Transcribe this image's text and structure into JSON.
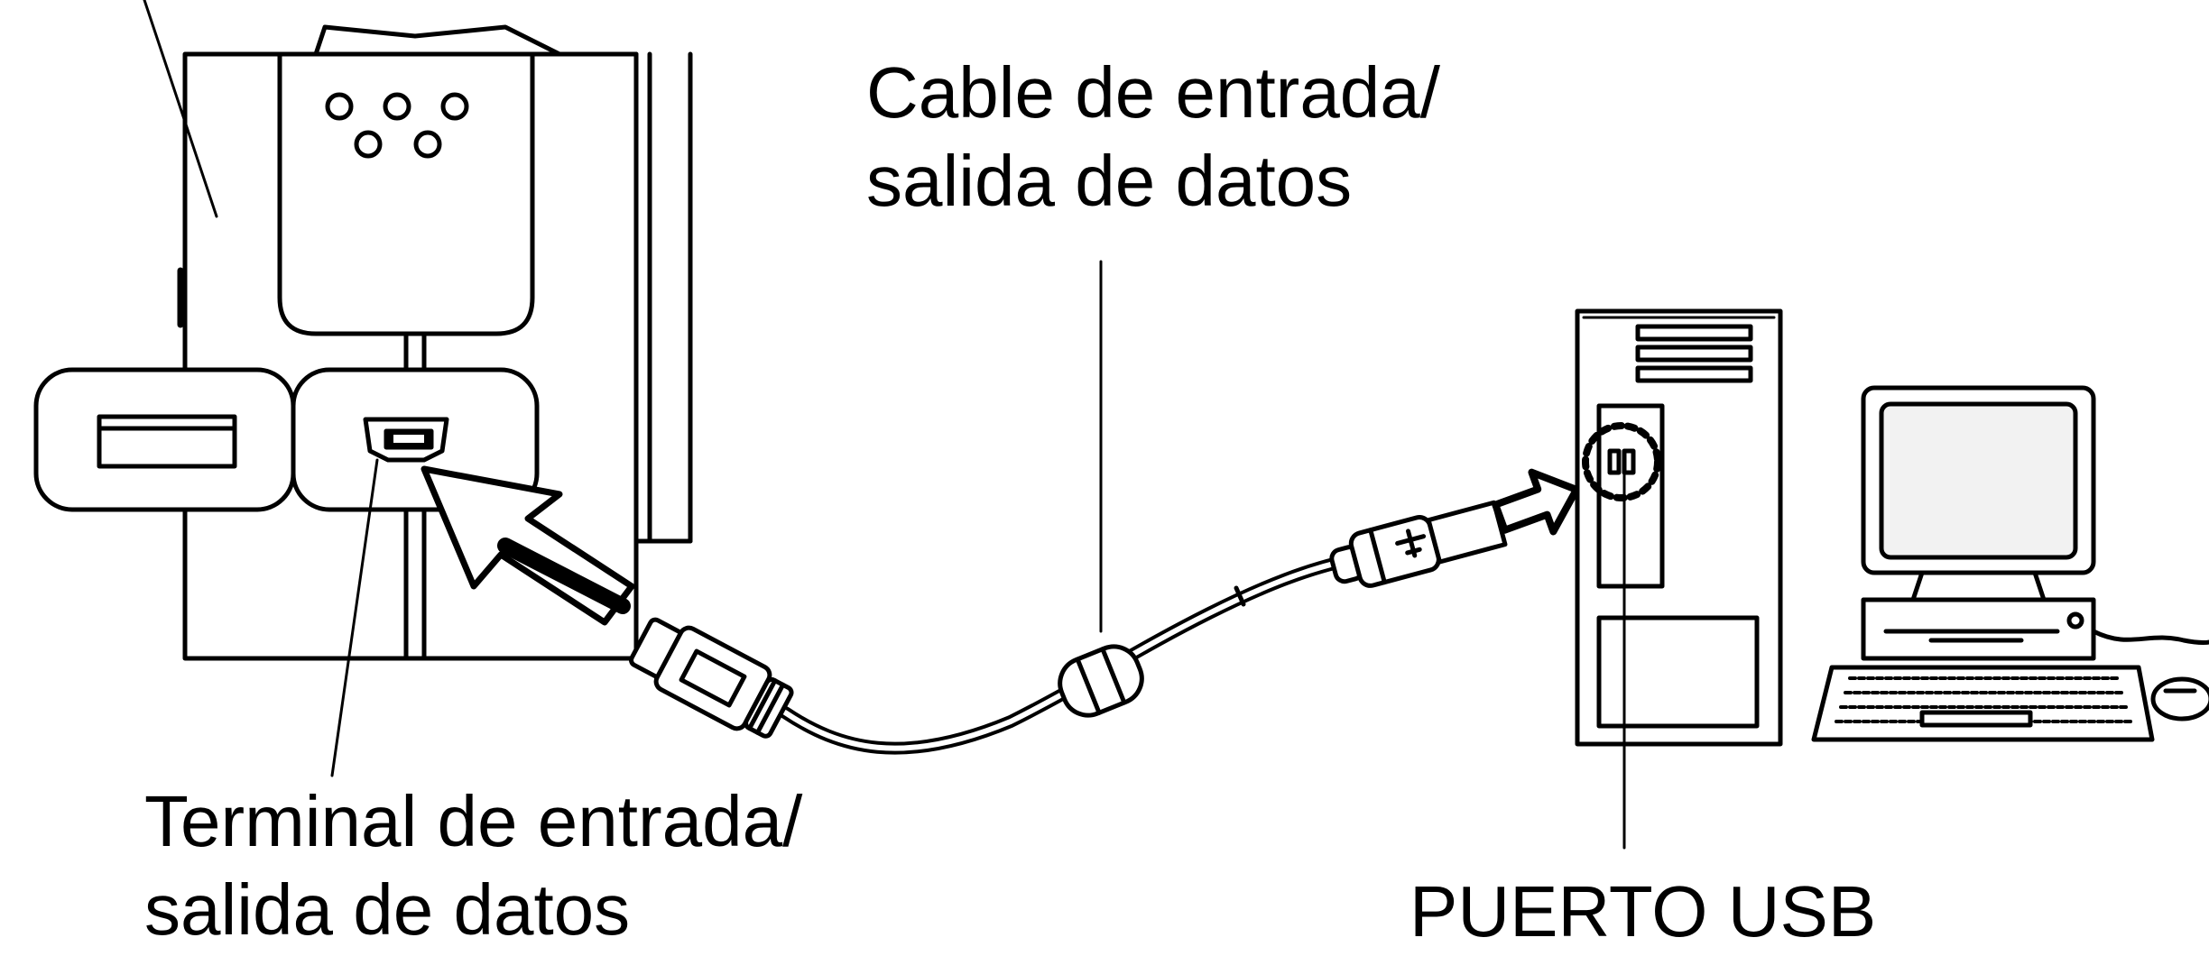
{
  "labels": {
    "cable": {
      "line1": "Cable de entrada/",
      "line2": "salida de datos"
    },
    "terminal": {
      "line1": "Terminal de entrada/",
      "line2": "salida de datos"
    },
    "usb_port": "PUERTO USB"
  },
  "colors": {
    "ink": "#000000",
    "paper": "#ffffff",
    "shade": "#f2f2f2"
  },
  "icons": [
    "device-icon",
    "mini-usb-port-icon",
    "usb-plug-icon",
    "ferrite-core-icon",
    "pc-tower-icon",
    "monitor-icon",
    "keyboard-icon",
    "mouse-icon",
    "insert-arrow-icon"
  ]
}
